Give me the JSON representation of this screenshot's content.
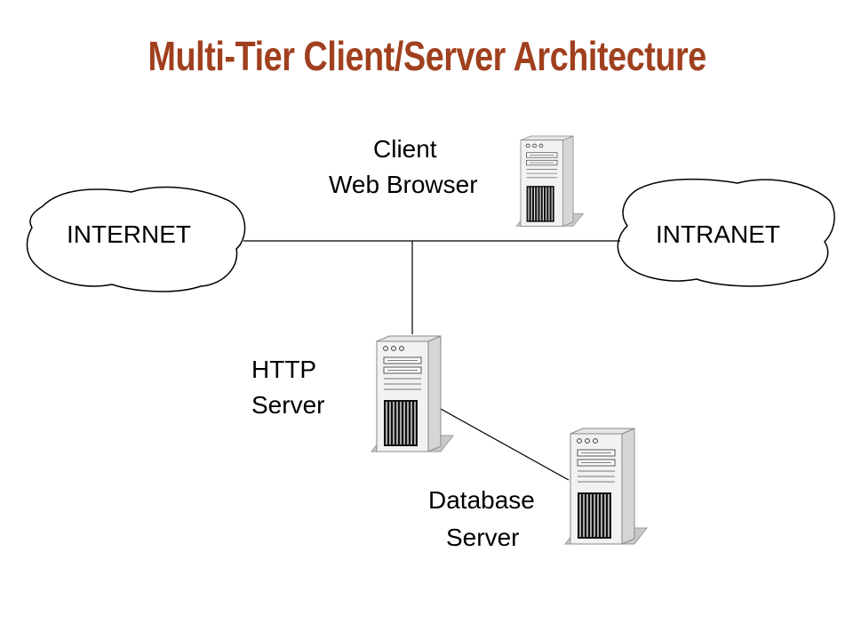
{
  "title": "Multi-Tier Client/Server Architecture",
  "colors": {
    "title": "#a0401e",
    "line": "#000000",
    "server_body": "#f2f2f2",
    "server_shadow": "#c8c8c8"
  },
  "clouds": {
    "internet": "INTERNET",
    "intranet": "INTRANET"
  },
  "nodes": {
    "client": {
      "line1": "Client",
      "line2": "Web Browser",
      "icon": "tower-server-icon"
    },
    "http": {
      "line1": "HTTP",
      "line2": "Server",
      "icon": "tower-server-icon"
    },
    "database": {
      "line1": "Database",
      "line2": "Server",
      "icon": "tower-server-icon"
    }
  }
}
